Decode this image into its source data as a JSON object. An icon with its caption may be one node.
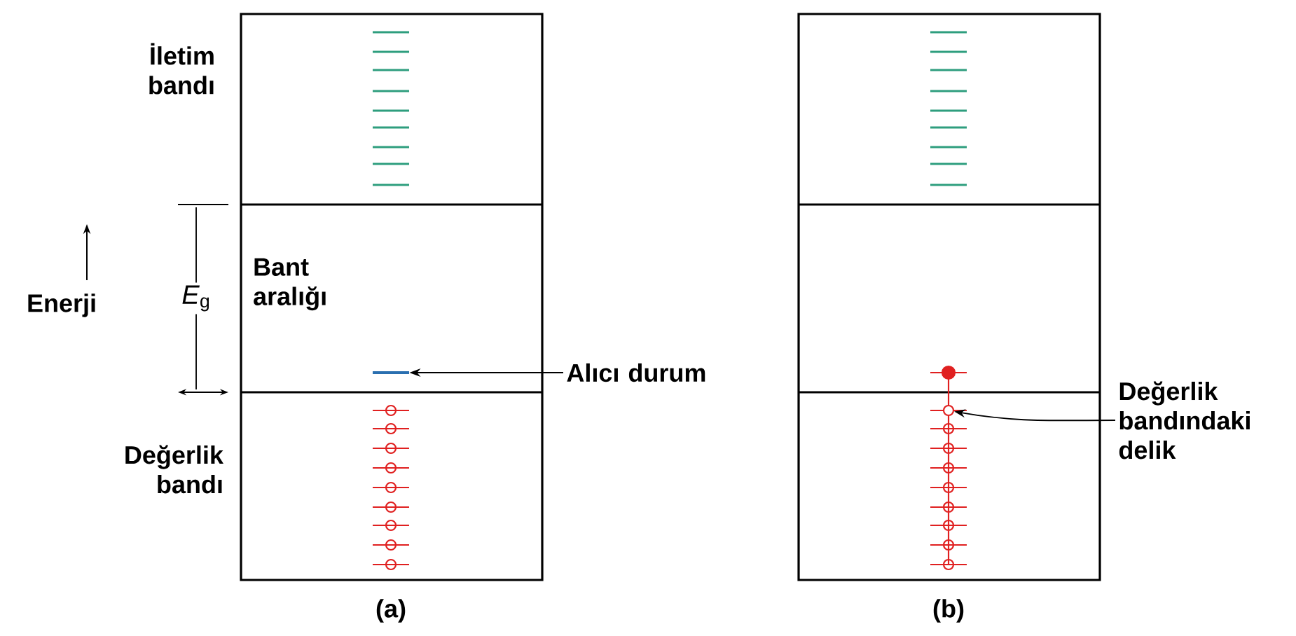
{
  "diagram": {
    "nodes": [
      {
        "text": [
          "Alıcı durum"
        ]
      },
      {
        "text": [],
        "shape": "bar"
      },
      {
        "text": [
          "Değerlik bandındaki delik"
        ]
      },
      {
        "text": [],
        "shape": "circle"
      }
    ],
    "edges": [
      {
        "from": 0,
        "to": 1,
        "arrow": "to"
      },
      {
        "from": 2,
        "to": 3,
        "arrow": "to"
      }
    ],
    "labels": [
      "İletim bandı",
      "Bant aralığı",
      "Enerji",
      "*E*$_{g}$",
      "Değerlik bandı",
      "(a)",
      "(b)"
    ]
  }
}
